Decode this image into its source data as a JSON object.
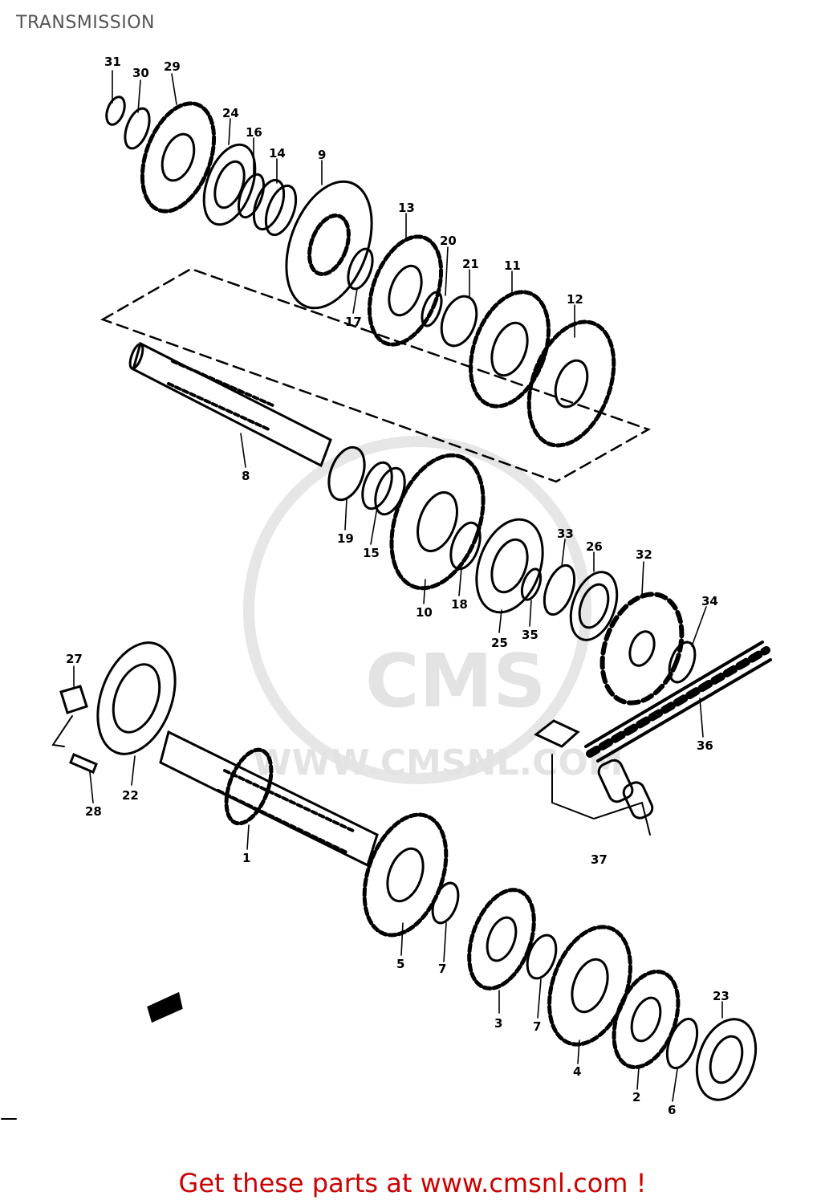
{
  "header": {
    "title": "TRANSMISSION"
  },
  "watermark": {
    "brand": "CMS",
    "url": "WWW.CMSNL.COM"
  },
  "footer": {
    "text": "Get these parts at www.cmsnl.com !",
    "color": "#cc0000"
  },
  "callouts": [
    {
      "id": "31",
      "label": "31"
    },
    {
      "id": "30",
      "label": "30"
    },
    {
      "id": "29",
      "label": "29"
    },
    {
      "id": "24",
      "label": "24"
    },
    {
      "id": "16",
      "label": "16"
    },
    {
      "id": "14",
      "label": "14"
    },
    {
      "id": "9",
      "label": "9"
    },
    {
      "id": "13",
      "label": "13"
    },
    {
      "id": "20",
      "label": "20"
    },
    {
      "id": "21",
      "label": "21"
    },
    {
      "id": "11",
      "label": "11"
    },
    {
      "id": "12",
      "label": "12"
    },
    {
      "id": "17",
      "label": "17"
    },
    {
      "id": "8",
      "label": "8"
    },
    {
      "id": "19",
      "label": "19"
    },
    {
      "id": "15",
      "label": "15"
    },
    {
      "id": "10",
      "label": "10"
    },
    {
      "id": "18",
      "label": "18"
    },
    {
      "id": "25",
      "label": "25"
    },
    {
      "id": "35",
      "label": "35"
    },
    {
      "id": "33",
      "label": "33"
    },
    {
      "id": "26",
      "label": "26"
    },
    {
      "id": "32",
      "label": "32"
    },
    {
      "id": "34",
      "label": "34"
    },
    {
      "id": "36",
      "label": "36"
    },
    {
      "id": "37",
      "label": "37"
    },
    {
      "id": "27",
      "label": "27"
    },
    {
      "id": "28",
      "label": "28"
    },
    {
      "id": "22",
      "label": "22"
    },
    {
      "id": "1",
      "label": "1"
    },
    {
      "id": "5",
      "label": "5"
    },
    {
      "id": "7a",
      "label": "7"
    },
    {
      "id": "3",
      "label": "3"
    },
    {
      "id": "7b",
      "label": "7"
    },
    {
      "id": "4",
      "label": "4"
    },
    {
      "id": "2",
      "label": "2"
    },
    {
      "id": "6",
      "label": "6"
    },
    {
      "id": "23",
      "label": "23"
    }
  ]
}
